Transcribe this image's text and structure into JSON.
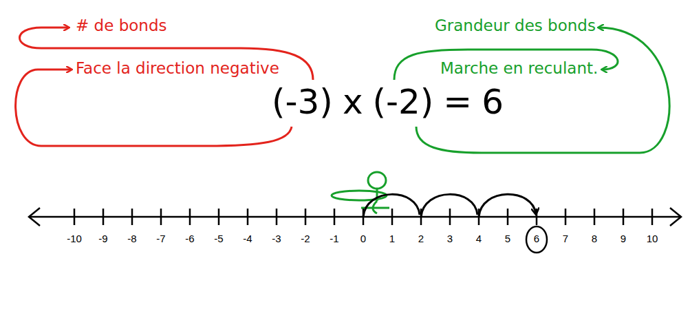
{
  "diagram": {
    "labels": [
      "# de bonds",
      "Grandeur des bonds",
      "Face la direction negative",
      "Marche en reculant.",
      "(-3)",
      "x",
      "(-2)",
      "=",
      "6",
      "-10",
      "-9",
      "-8",
      "-7",
      "-6",
      "-5",
      "-4",
      "-3",
      "-2",
      "-1",
      "0",
      "1",
      "2",
      "3",
      "4",
      "5",
      "6",
      "7",
      "8",
      "9",
      "10"
    ]
  }
}
